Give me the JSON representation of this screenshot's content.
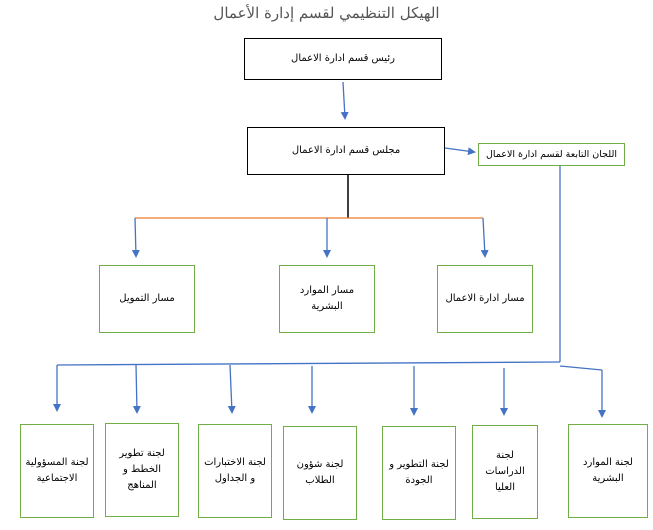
{
  "title": "الهيكل التنظيمي لقسم إدارة الأعمال",
  "head": "رئيس قسم ادارة الاعمال",
  "council": "مجلس قسم ادارة الاعمال",
  "committees_header": "اللجان التابعة لقسم ادارة الاعمال",
  "tracks": [
    "مسار التمويل",
    "مسار الموارد البشرية",
    "مسار ادارة الاعمال"
  ],
  "committees": [
    "لجنة المسؤولية الاجتماعية",
    "لجنة تطوير الخطط و المناهج",
    "لجنة الاختبارات و الجداول",
    "لجنة شؤون الطلاب",
    "لجنة التطوير و الجودة",
    "لجنة الدراسات العليا",
    "لجنة الموارد البشرية"
  ],
  "colors": {
    "arrow": "#4472c4",
    "connector_orange": "#ed7d31",
    "green_border": "#70ad47"
  }
}
